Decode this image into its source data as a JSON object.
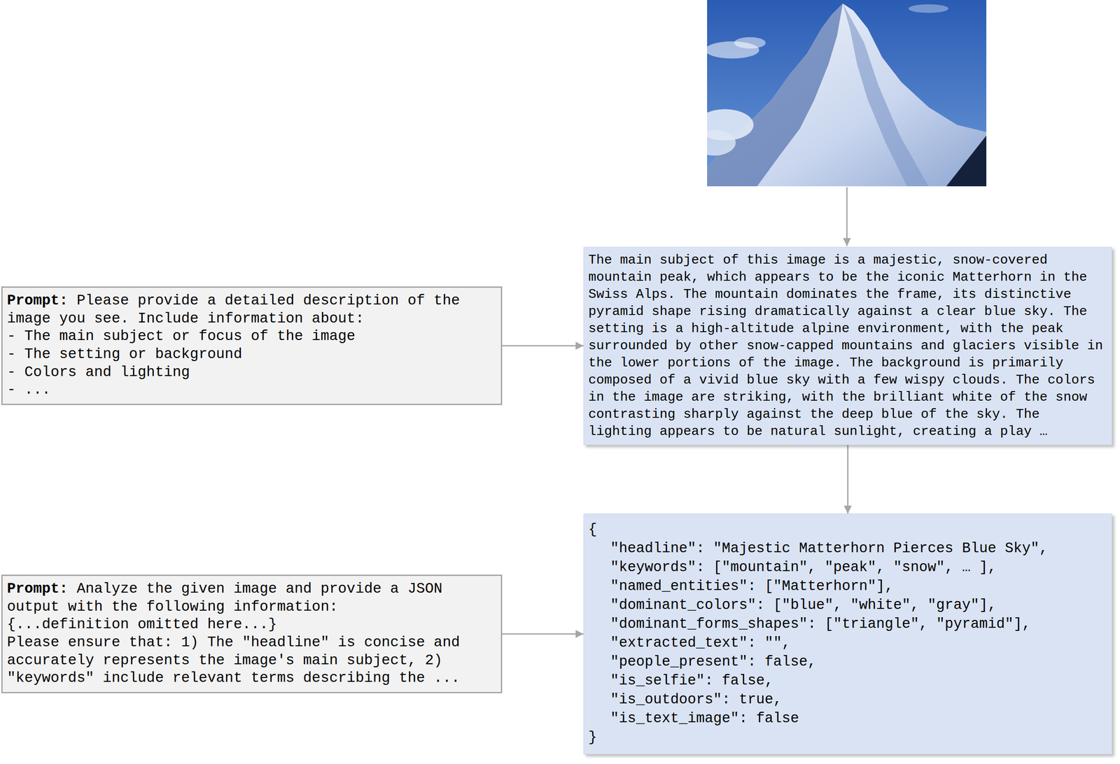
{
  "diagram": {
    "nodes": [
      {
        "text": [
          "Prompt:",
          "Please provide a detailed description of the image you see. Include information about:",
          "- The main subject or focus of the image",
          "- The setting or background",
          "- Colors and lighting",
          "- ..."
        ]
      },
      {
        "text": [
          "The main subject of this image is a majestic, snow-covered mountain peak, which appears to be the iconic Matterhorn in the Swiss Alps. The mountain dominates the frame, its distinctive pyramid shape rising dramatically against a clear blue sky. The setting is a high-altitude alpine environment, with the peak surrounded by other snow-capped mountains and glaciers visible in the lower portions of the image. The background is primarily composed of a vivid blue sky with a few wispy clouds. The colors in the image are striking, with the brilliant white of the snow contrasting sharply against the deep blue of the sky. The lighting appears to be natural sunlight, creating a play …"
        ]
      },
      {
        "text": [
          "Prompt:",
          "Analyze the given image and provide a JSON output with the following information:",
          "{...definition omitted here...}",
          "Please ensure that: 1) The \"headline\" is concise and accurately represents the image's main subject, 2) \"keywords\" include relevant terms describing the ..."
        ]
      },
      {
        "text": [
          "{",
          "\"headline\": \"Majestic Matterhorn Pierces Blue Sky\",",
          "\"keywords\": [\"mountain\", \"peak\", \"snow\", … ],",
          "\"named_entities\": [\"Matterhorn\"],",
          "\"dominant_colors\": [\"blue\", \"white\", \"gray\"],",
          "\"dominant_forms_shapes\": [\"triangle\", \"pyramid\"],",
          "\"extracted_text\": \"\",",
          "\"people_present\": false,",
          "\"is_selfie\": false,",
          "\"is_outdoors\": true,",
          "\"is_text_image\": false",
          "}"
        ]
      }
    ],
    "edges": [
      {
        "from": 0,
        "to": 1,
        "arrow": "to"
      },
      {
        "from": 1,
        "to": 3,
        "arrow": "to"
      },
      {
        "from": 2,
        "to": 3,
        "arrow": "to"
      }
    ]
  }
}
